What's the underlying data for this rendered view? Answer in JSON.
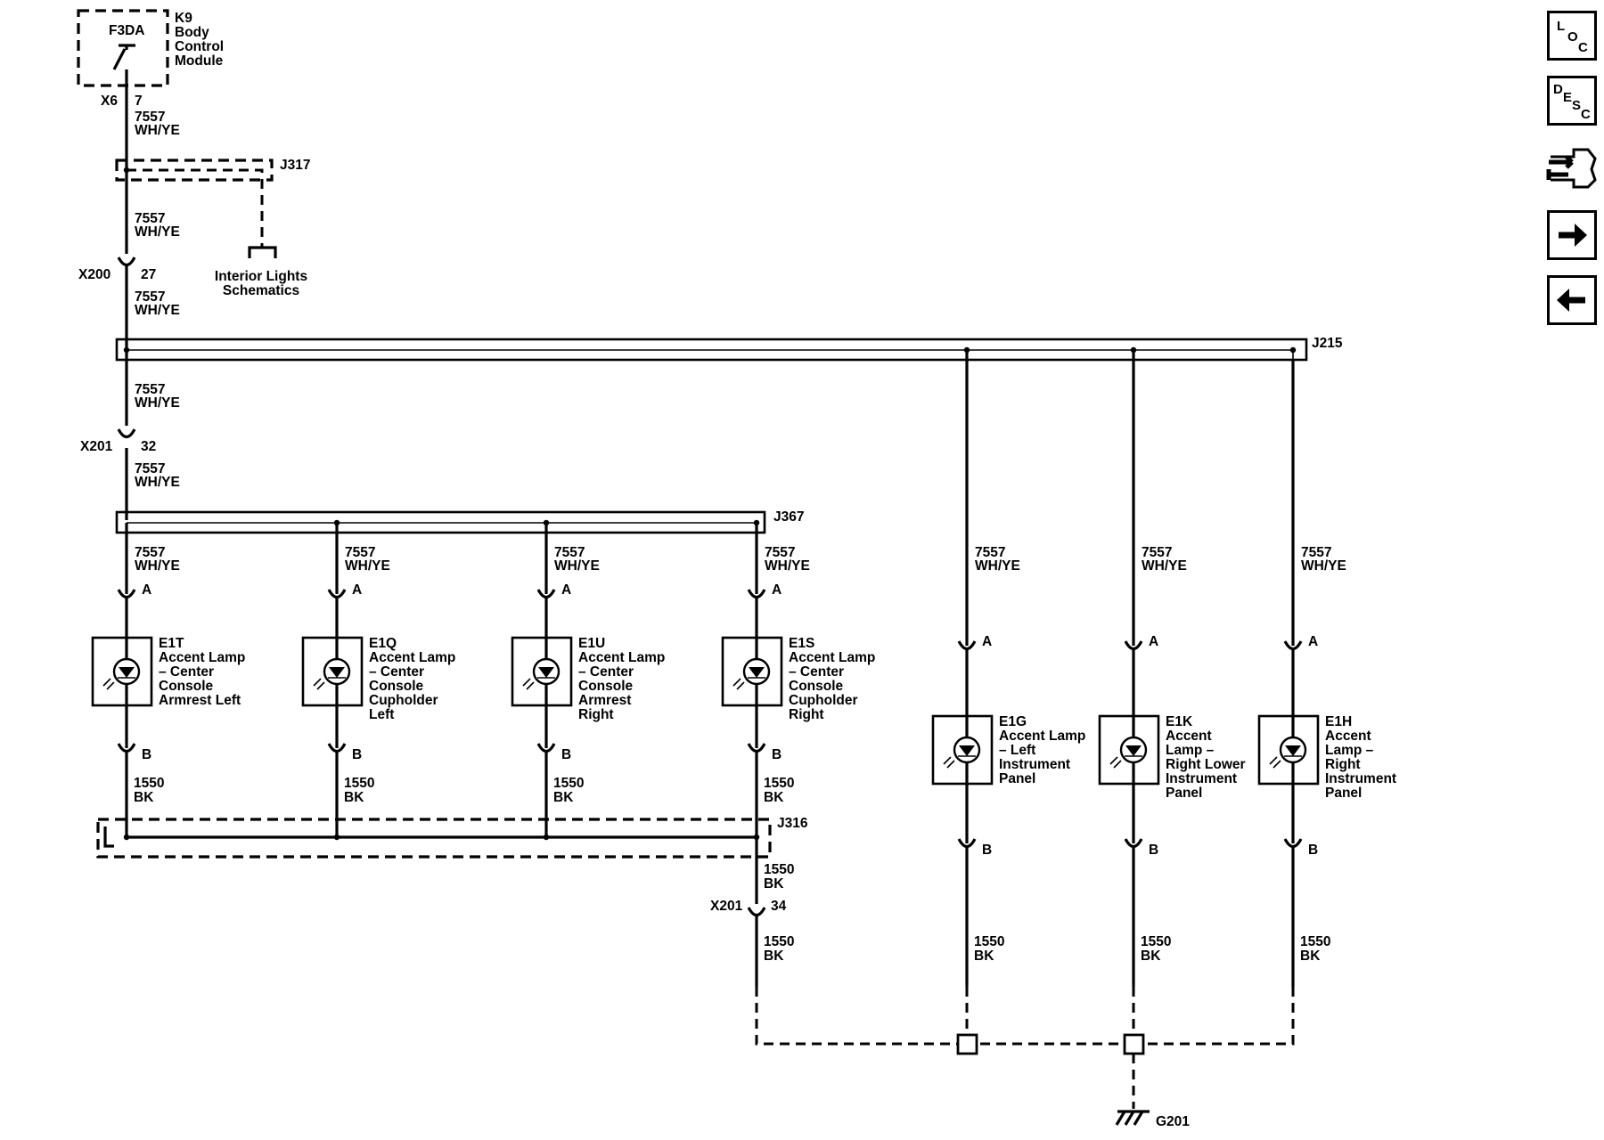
{
  "module": {
    "fuse": "F3DA",
    "name_lines": [
      "K9",
      "Body",
      "Control",
      "Module"
    ],
    "connector": "X6",
    "pin": "7"
  },
  "wire_main": {
    "circuit": "7557",
    "color": "WH/YE"
  },
  "wire_ground": {
    "circuit": "1550",
    "color": "BK"
  },
  "splices": {
    "j317": "J317",
    "j215": "J215",
    "j367": "J367",
    "j316": "J316"
  },
  "interior_link": {
    "lines": [
      "Interior Lights",
      "Schematics"
    ]
  },
  "inline_connectors": {
    "x200": {
      "name": "X200",
      "pin": "27"
    },
    "x201_upper": {
      "name": "X201",
      "pin": "32"
    },
    "x201_lower": {
      "name": "X201",
      "pin": "34"
    }
  },
  "pins": {
    "a": "A",
    "b": "B"
  },
  "lamps": [
    {
      "id": "E1T",
      "lines": [
        "Accent Lamp",
        "– Center",
        "Console",
        "Armrest Left"
      ]
    },
    {
      "id": "E1Q",
      "lines": [
        "Accent Lamp",
        "– Center",
        "Console",
        "Cupholder",
        "Left"
      ]
    },
    {
      "id": "E1U",
      "lines": [
        "Accent Lamp",
        "– Center",
        "Console",
        "Armrest",
        "Right"
      ]
    },
    {
      "id": "E1S",
      "lines": [
        "Accent Lamp",
        "– Center",
        "Console",
        "Cupholder",
        "Right"
      ]
    },
    {
      "id": "E1G",
      "lines": [
        "Accent Lamp",
        "– Left",
        "Instrument",
        "Panel"
      ]
    },
    {
      "id": "E1K",
      "lines": [
        "Accent",
        "Lamp –",
        "Right Lower",
        "Instrument",
        "Panel"
      ]
    },
    {
      "id": "E1H",
      "lines": [
        "Accent",
        "Lamp –",
        "Right",
        "Instrument",
        "Panel"
      ]
    }
  ],
  "ground": "G201",
  "sidebar": {
    "loc": {
      "letters": [
        "L",
        "O",
        "C"
      ]
    },
    "desc": {
      "letters": [
        "D",
        "E",
        "S",
        "C"
      ]
    },
    "connector_icon": "connector-end-view-icon",
    "next_icon": "arrow-right-icon",
    "prev_icon": "arrow-left-icon"
  }
}
